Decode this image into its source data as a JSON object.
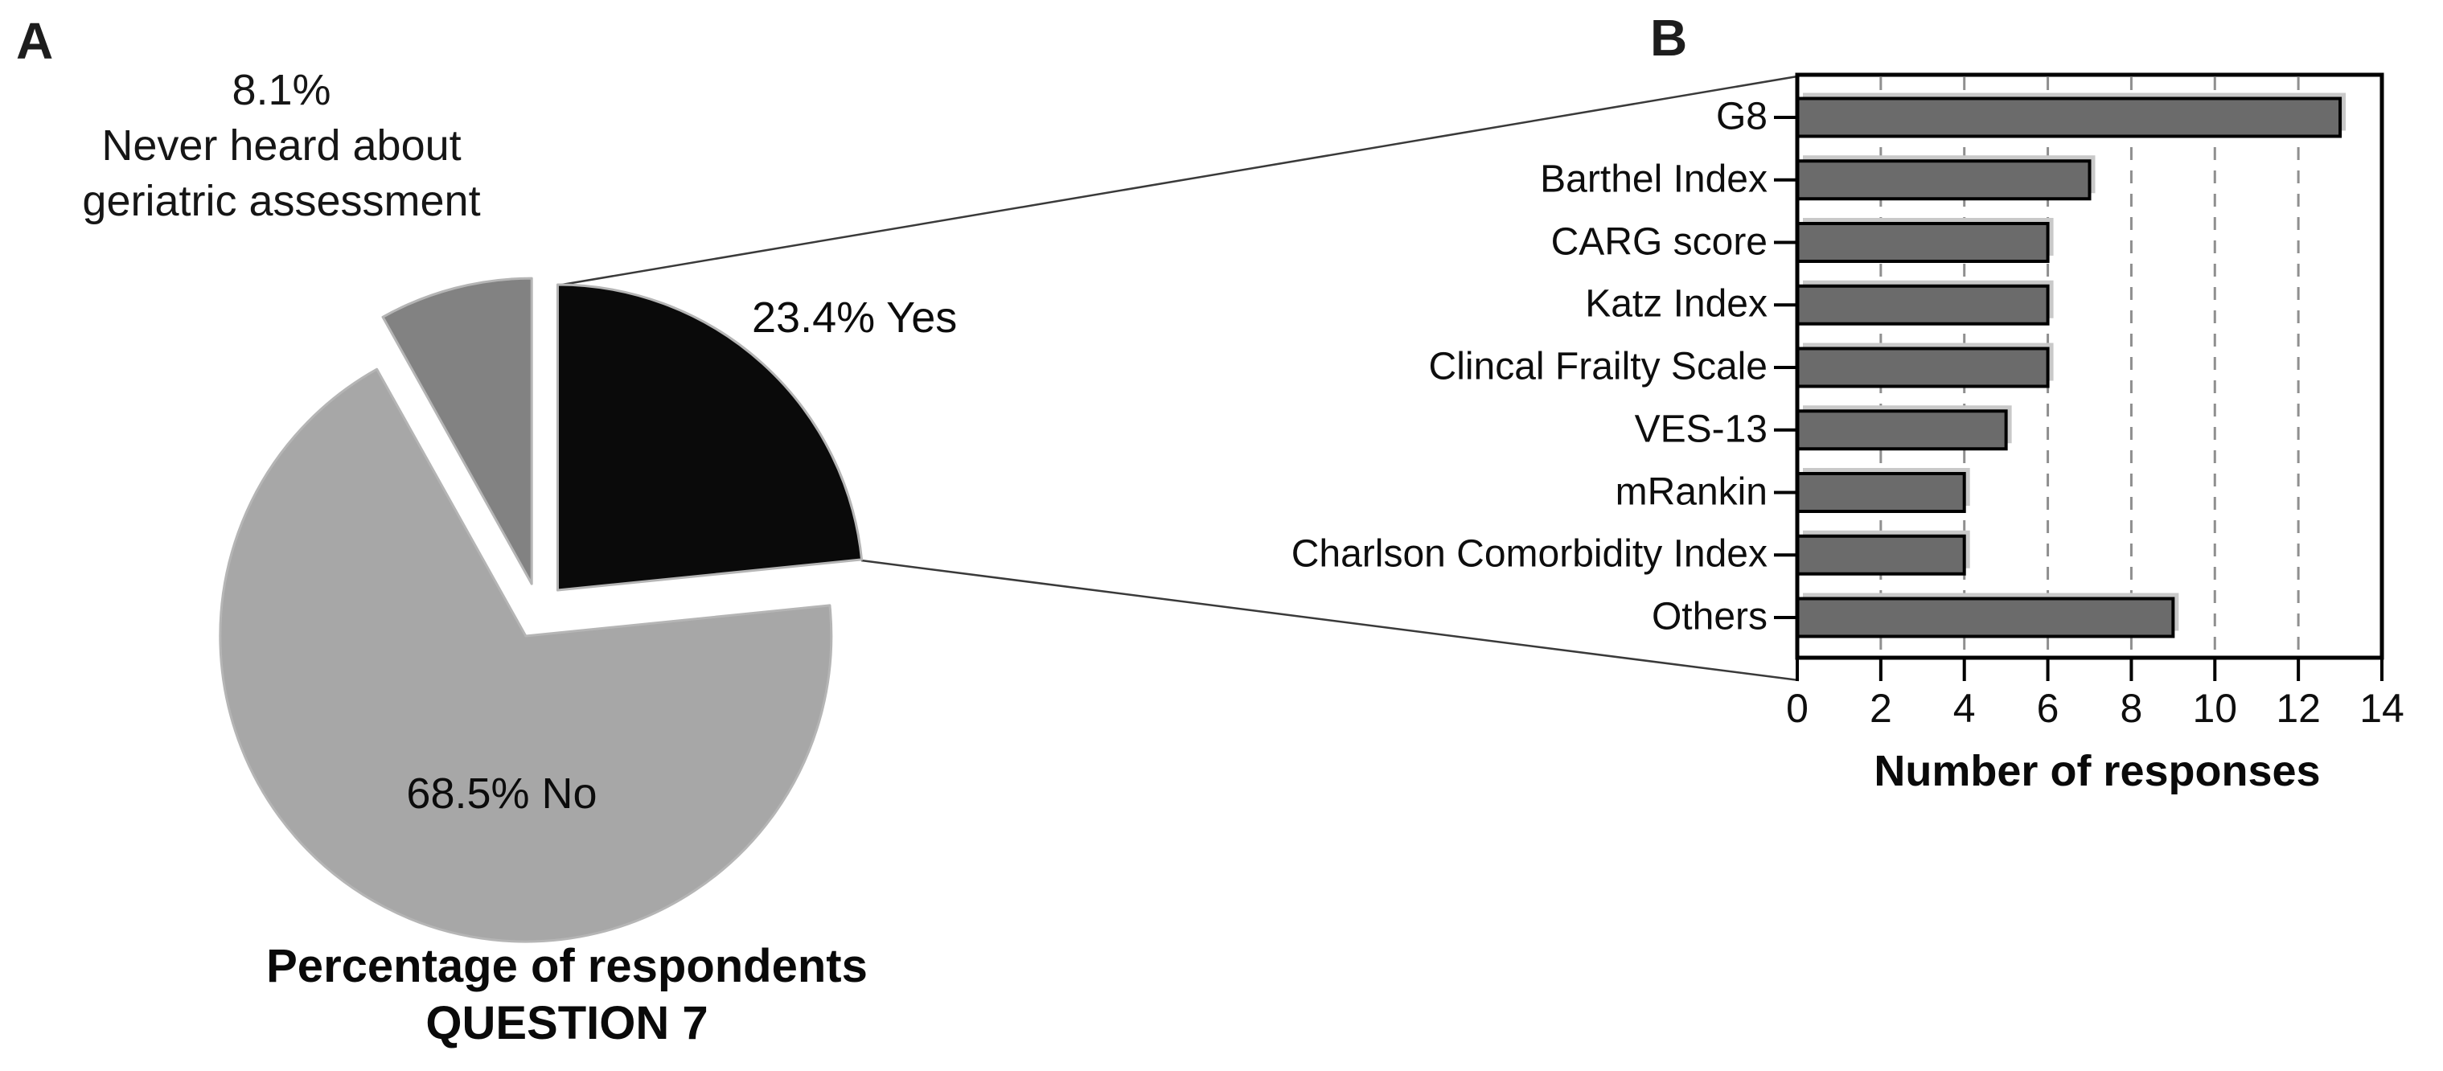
{
  "figure": {
    "background": "#ffffff",
    "panel_a_letter": "A",
    "panel_b_letter": "B"
  },
  "panel_a": {
    "annotation": {
      "line1": "8.1%",
      "line2": "Never heard about",
      "line3": "geriatric assessment"
    },
    "slice_label_yes": "23.4% Yes",
    "slice_label_no": "68.5% No",
    "title_line1": "Percentage of respondents",
    "title_line2": "QUESTION 7",
    "chart_data": {
      "type": "pie",
      "title": "Percentage of respondents QUESTION 7",
      "start_angle_deg": 0,
      "direction": "clockwise",
      "exploded": true,
      "slices": [
        {
          "name": "Yes",
          "label": "23.4% Yes",
          "value_pct": 23.4,
          "color": "#0a0a0a"
        },
        {
          "name": "No",
          "label": "68.5% No",
          "value_pct": 68.5,
          "color": "#a7a7a7"
        },
        {
          "name": "Never heard about geriatric assessment",
          "label": "8.1% Never heard about geriatric assessment",
          "value_pct": 8.1,
          "color": "#828282"
        }
      ],
      "slice_edge_color": "#b5b5b5"
    }
  },
  "panel_b": {
    "chart_data": {
      "type": "bar",
      "orientation": "horizontal",
      "categories": [
        "G8",
        "Barthel Index",
        "CARG score",
        "Katz Index",
        "Clincal Frailty Scale",
        "VES-13",
        "mRankin",
        "Charlson Comorbidity Index",
        "Others"
      ],
      "values": [
        13,
        7,
        6,
        6,
        6,
        5,
        4,
        4,
        9
      ],
      "xlabel": "Number of responses",
      "xlim": [
        0,
        14
      ],
      "xticks": [
        0,
        2,
        4,
        6,
        8,
        10,
        12,
        14
      ],
      "grid": "vertical dashed at 2,4,6,8,10,12",
      "gridline_values": [
        2,
        4,
        6,
        8,
        10,
        12
      ],
      "legend": "none",
      "bar_color": "#6b6b6b",
      "bar_border_color": "#000000",
      "bar_shadow_color": "#c9c9c9",
      "gridline_color": "#8f8f8f",
      "frame_color": "#000000",
      "connector_color": "#3a3a3a"
    }
  }
}
